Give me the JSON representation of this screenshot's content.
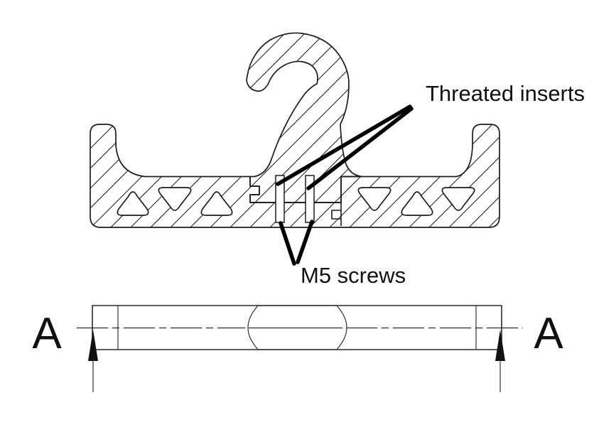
{
  "drawing": {
    "kind": "technical-section-drawing",
    "background_color": "#ffffff",
    "line_color": "#1c1c1c",
    "annotation_color": "#111111",
    "annotations": {
      "threaded_inserts": "Threated inserts",
      "m5_screws": "M5 screws"
    },
    "section_view": {
      "label_left": "A",
      "label_right": "A"
    }
  }
}
